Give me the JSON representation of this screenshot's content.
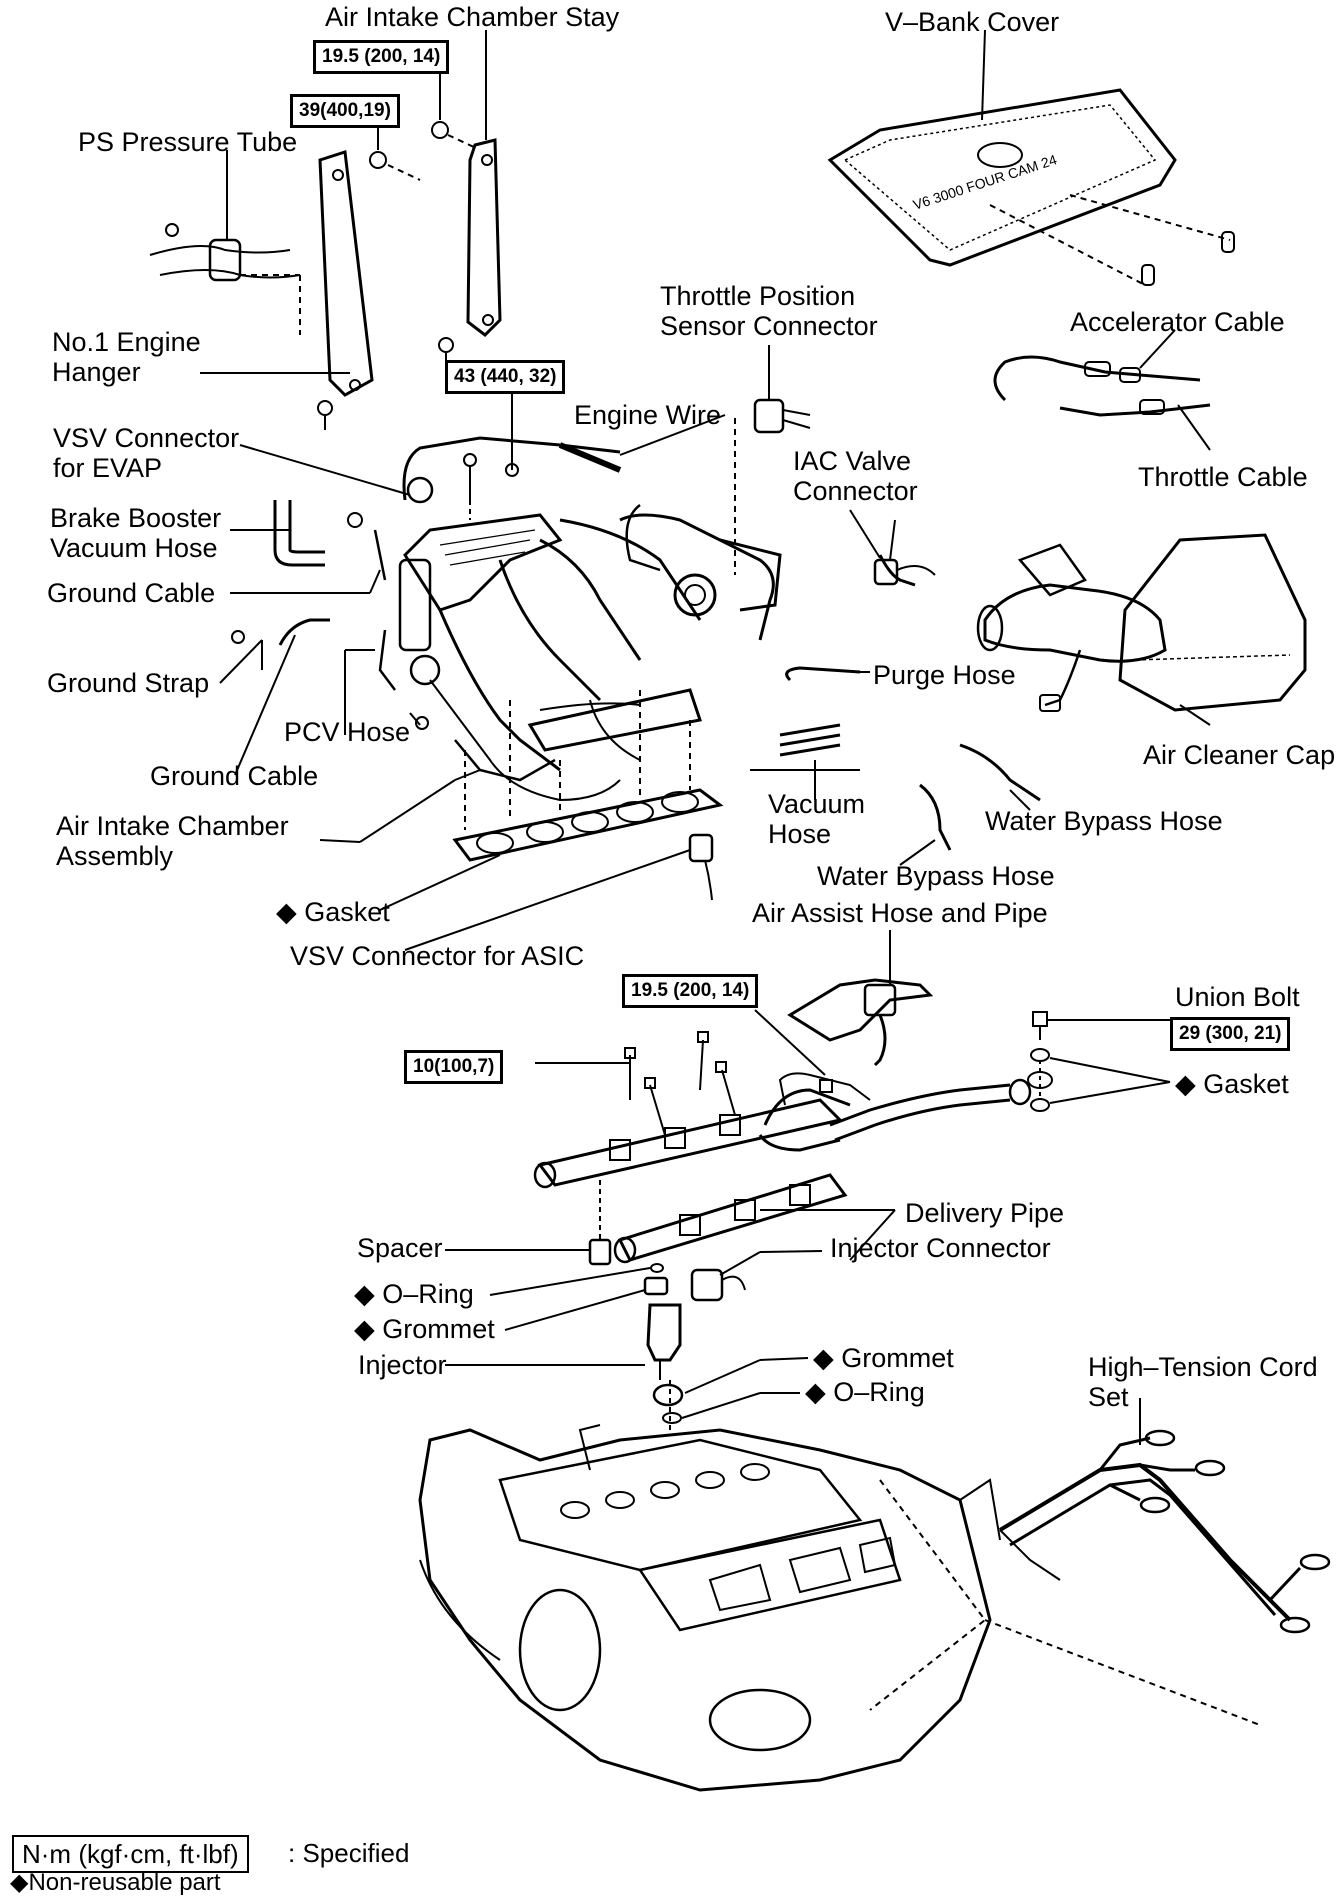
{
  "labels": {
    "air_intake_chamber_stay": "Air Intake Chamber Stay",
    "v_bank_cover": "V–Bank Cover",
    "ps_pressure_tube": "PS Pressure Tube",
    "no1_engine_hanger": [
      "No.1 Engine",
      "Hanger"
    ],
    "throttle_position_sensor_connector": [
      "Throttle Position",
      "Sensor Connector"
    ],
    "accelerator_cable": "Accelerator Cable",
    "engine_wire": "Engine Wire",
    "vsv_connector_evap": [
      "VSV Connector",
      "for EVAP"
    ],
    "iac_valve_connector": [
      "IAC Valve",
      "Connector"
    ],
    "throttle_cable": "Throttle Cable",
    "brake_booster_vacuum_hose": [
      "Brake Booster",
      "Vacuum Hose"
    ],
    "ground_cable_1": "Ground Cable",
    "ground_strap": "Ground Strap",
    "purge_hose": "Purge Hose",
    "pcv_hose": "PCV Hose",
    "air_cleaner_cap": "Air Cleaner Cap",
    "ground_cable_2": "Ground Cable",
    "vacuum_hose": [
      "Vacuum",
      "Hose"
    ],
    "water_bypass_hose_1": "Water Bypass Hose",
    "air_intake_chamber_assembly": [
      "Air Intake Chamber",
      "Assembly"
    ],
    "water_bypass_hose_2": "Water Bypass Hose",
    "gasket_1": "◆ Gasket",
    "air_assist_hose_pipe": "Air Assist Hose and Pipe",
    "vsv_connector_asic": "VSV Connector for ASIC",
    "union_bolt": "Union Bolt",
    "gasket_2": "◆ Gasket",
    "delivery_pipe": "Delivery Pipe",
    "spacer": "Spacer",
    "injector_connector": "Injector Connector",
    "o_ring_1": "◆ O–Ring",
    "grommet_1": "◆ Grommet",
    "injector": "Injector",
    "grommet_2": "◆ Grommet",
    "o_ring_2": "◆ O–Ring",
    "high_tension_cord_set": [
      "High–Tension Cord",
      "Set"
    ]
  },
  "torque_specs": {
    "stay_upper": "19.5 (200, 14)",
    "stay_lower": "39(400,19)",
    "chamber_bolt": "43 (440, 32)",
    "fuel_pipe_bolt": "19.5 (200, 14)",
    "union_bolt": "29 (300, 21)",
    "delivery_pipe_bolt": "10(100,7)"
  },
  "cover_text": "V6 3000 FOUR CAM 24",
  "legend": {
    "box": "N·m (kgf·cm, ft·lbf)",
    "specified": ": Specified",
    "non_reusable": "◆Non-reusable part"
  }
}
